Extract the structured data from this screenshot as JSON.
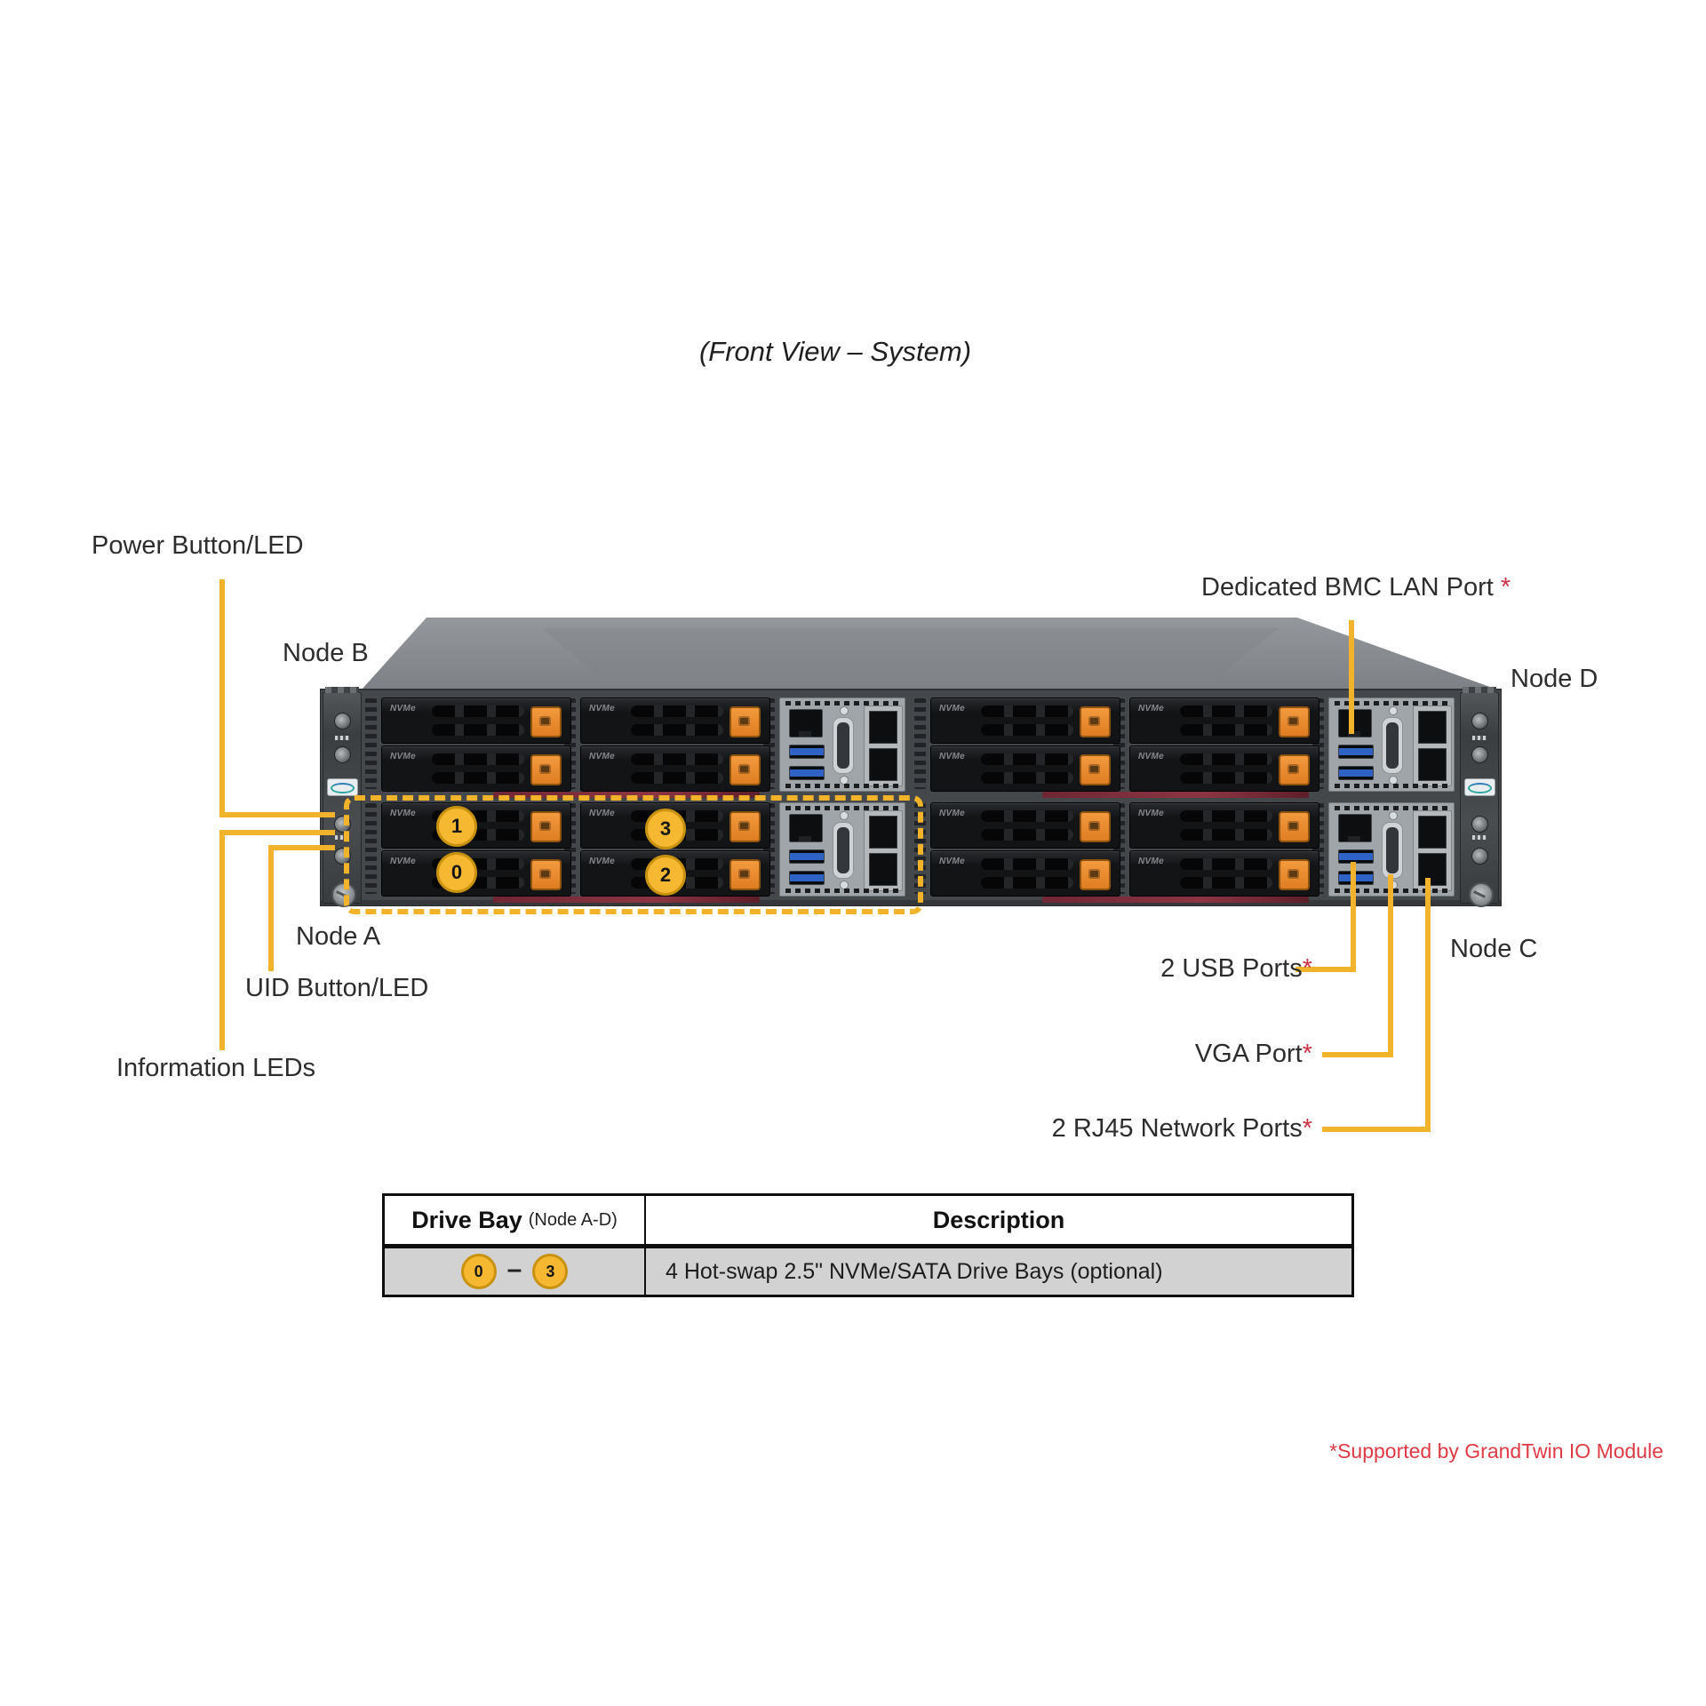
{
  "title": "(Front View – System)",
  "callouts": {
    "power": {
      "label": "Power Button/LED"
    },
    "node_b": {
      "label": "Node B"
    },
    "bmc": {
      "label": "Dedicated BMC LAN Port ",
      "asterisk": "*"
    },
    "node_d": {
      "label": "Node D"
    },
    "node_a": {
      "label": "Node A"
    },
    "uid": {
      "label": "UID Button/LED"
    },
    "info": {
      "label": "Information LEDs"
    },
    "usb": {
      "label": "2 USB Ports",
      "asterisk": "*"
    },
    "vga": {
      "label": "VGA Port",
      "asterisk": "*"
    },
    "rj45": {
      "label": "2 RJ45 Network Ports",
      "asterisk": "*"
    },
    "node_c": {
      "label": "Node C"
    }
  },
  "chassis": {
    "drive_label": "NVMe",
    "bay_circles": {
      "one": "1",
      "three": "3",
      "zero": "0",
      "two": "2"
    }
  },
  "table": {
    "header": {
      "col1_main": "Drive Bay",
      "col1_sub": "(Node A-D)",
      "col2": "Description"
    },
    "row": {
      "bay_start": "0",
      "dash": "–",
      "bay_end": "3",
      "description": "4 Hot-swap 2.5\" NVMe/SATA Drive Bays (optional)"
    }
  },
  "footnote": "*Supported by GrandTwin IO Module",
  "colors": {
    "callout_yellow": "#f0b32b",
    "bay_circle_fill": "#f6b830",
    "latch_orange": "#ea8530",
    "asterisk_red": "#cc3344",
    "footnote_red": "#e03a45"
  }
}
